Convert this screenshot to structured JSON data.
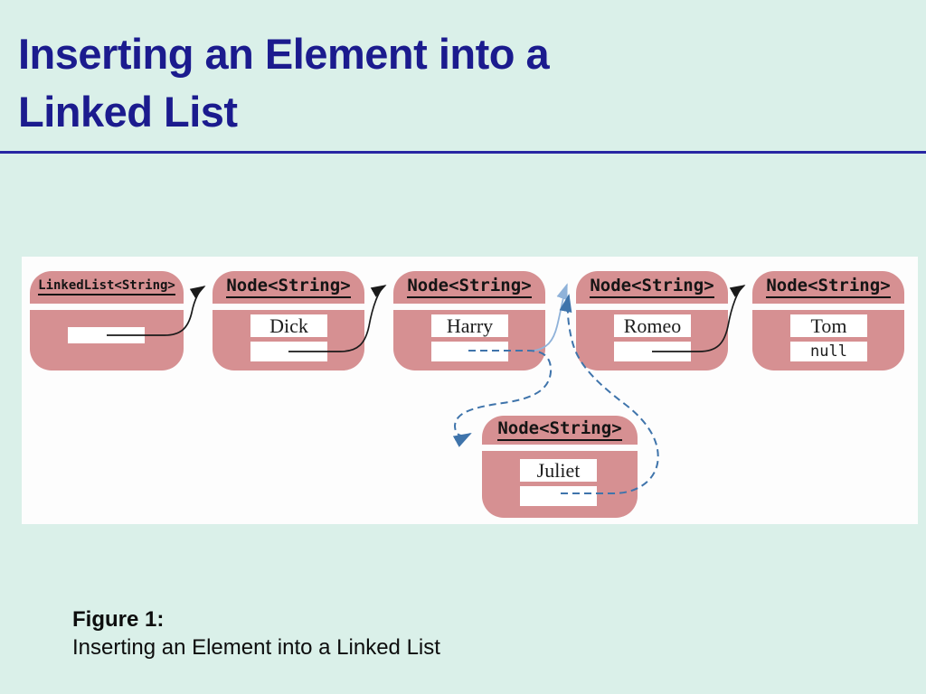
{
  "title": {
    "line1": "Inserting an Element into a",
    "line2": "Linked List"
  },
  "caption": {
    "label": "Figure 1:",
    "text": "Inserting an Element into a Linked List"
  },
  "colors": {
    "slide_background": "#daf0e9",
    "title_text": "#1b1b8e",
    "divider": "#2727a3",
    "panel_background": "#fdfdfd",
    "node_fill": "#d69092",
    "field_background": "#ffffff",
    "arrow_solid": "#1a1a1a",
    "arrow_new_link_dashed": "#3f74ab",
    "arrow_old_link_light": "#8fb2d9"
  },
  "diagram": {
    "nodes": [
      {
        "header": "LinkedList<String>",
        "ref": ""
      },
      {
        "header": "Node<String>",
        "data": "Dick",
        "next": ""
      },
      {
        "header": "Node<String>",
        "data": "Harry",
        "next": ""
      },
      {
        "header": "Node<String>",
        "data": "Romeo",
        "next": ""
      },
      {
        "header": "Node<String>",
        "data": "Tom",
        "next": "null"
      },
      {
        "header": "Node<String>",
        "data": "Juliet",
        "next": ""
      }
    ],
    "arrows": [
      {
        "name": "list-to-dick",
        "style": "solid-black"
      },
      {
        "name": "dick-to-harry",
        "style": "solid-black"
      },
      {
        "name": "romeo-to-tom",
        "style": "solid-black"
      },
      {
        "name": "harry-to-romeo-old-link",
        "style": "solid-light-blue"
      },
      {
        "name": "harry-to-juliet-new-link",
        "style": "dashed-blue"
      },
      {
        "name": "juliet-to-romeo-new-link",
        "style": "dashed-blue"
      }
    ]
  }
}
